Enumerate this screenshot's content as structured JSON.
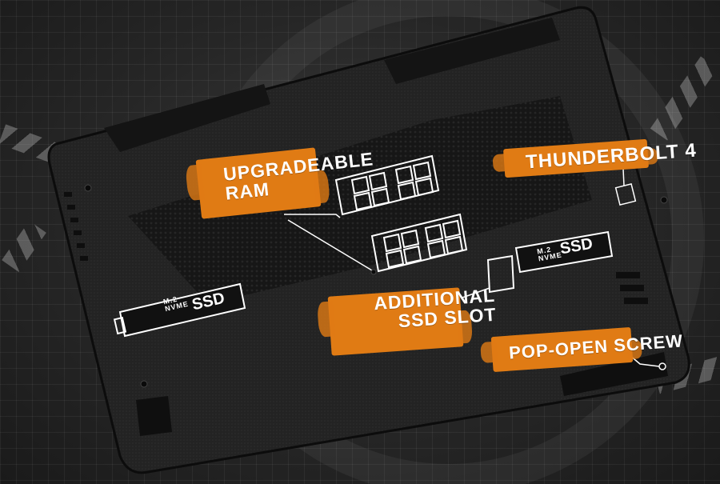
{
  "callouts": {
    "upgradeable_ram_line1": "UPGRADEABLE",
    "upgradeable_ram_line2": "RAM",
    "thunderbolt": "THUNDERBOLT 4",
    "additional_ssd_line1": "ADDITIONAL",
    "additional_ssd_line2": "SSD SLOT",
    "pop_open_screw": "POP-OPEN SCREW"
  },
  "ssd_left": {
    "small": "M.2",
    "small2": "NVME",
    "big": "SSD"
  },
  "ssd_right": {
    "small": "M.2",
    "small2": "NVME",
    "big": "SSD"
  },
  "colors": {
    "accent": "#e07b14",
    "chassis": "#1c1c1c",
    "line_art": "#ffffff"
  }
}
